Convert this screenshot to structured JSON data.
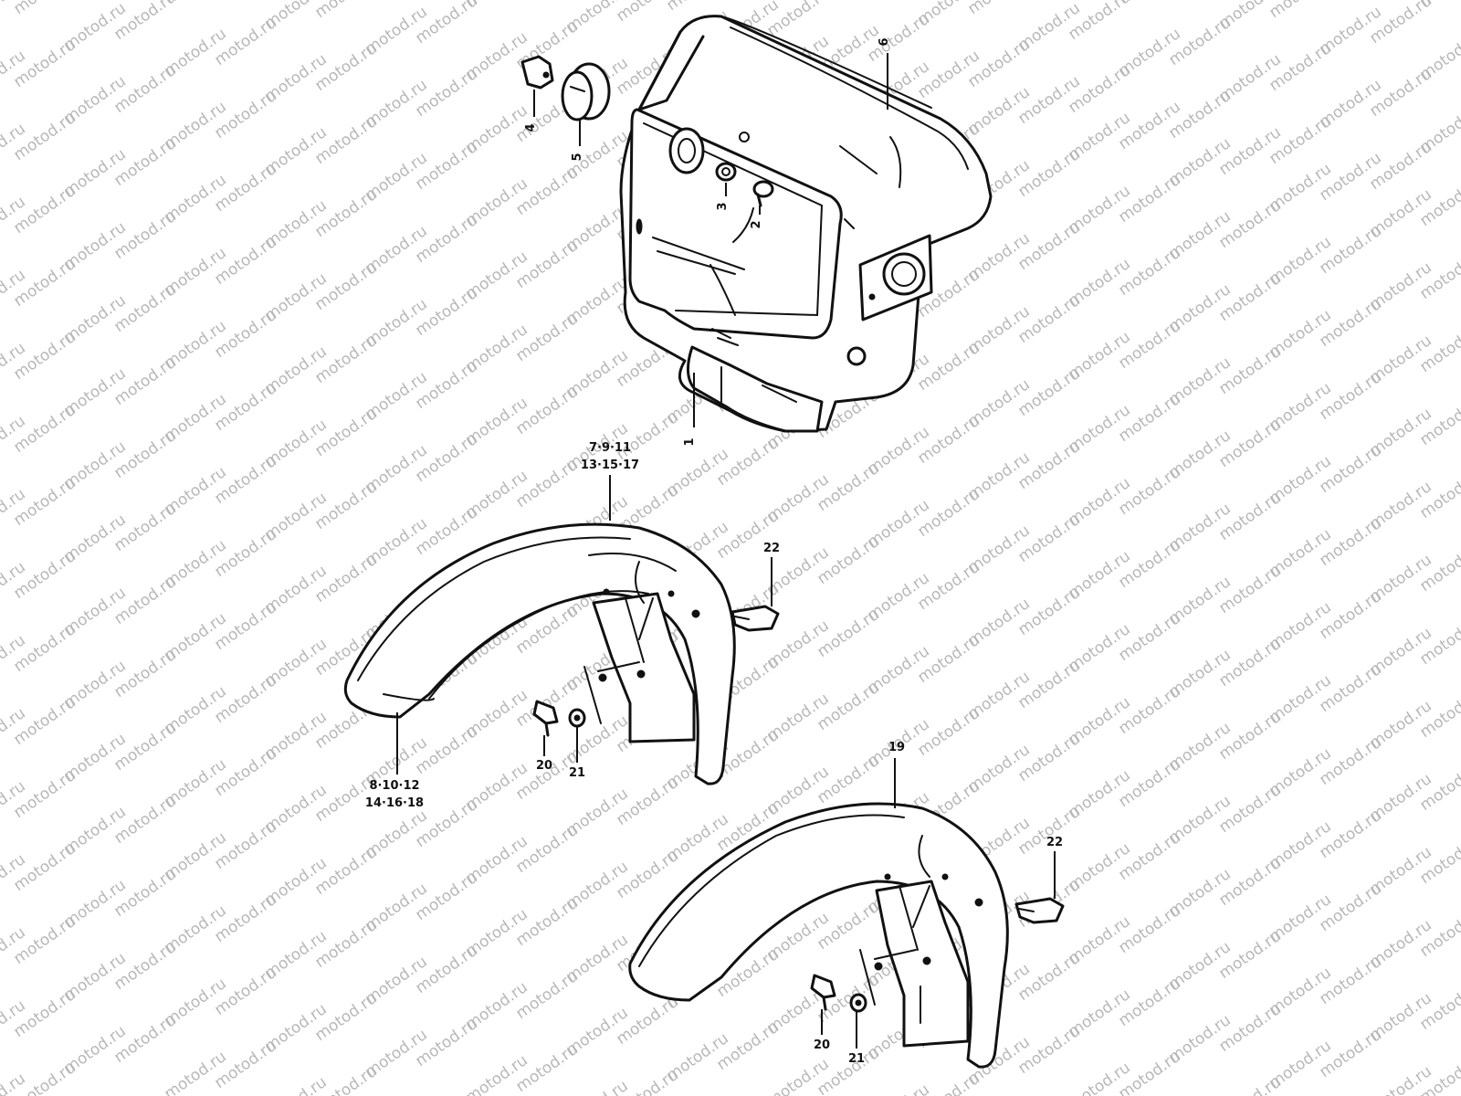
{
  "watermark": "motod.ru",
  "callouts": {
    "c1": "1",
    "c2": "2",
    "c3": "3",
    "c4": "4",
    "c5": "5",
    "c6": "6",
    "c7_line1": "7·9·11",
    "c7_line2": "13·15·17",
    "c8_line1": "8·10·12",
    "c8_line2": "14·16·18",
    "c19": "19",
    "c20a": "20",
    "c21a": "21",
    "c22a": "22",
    "c20b": "20",
    "c21b": "21",
    "c22b": "22"
  }
}
